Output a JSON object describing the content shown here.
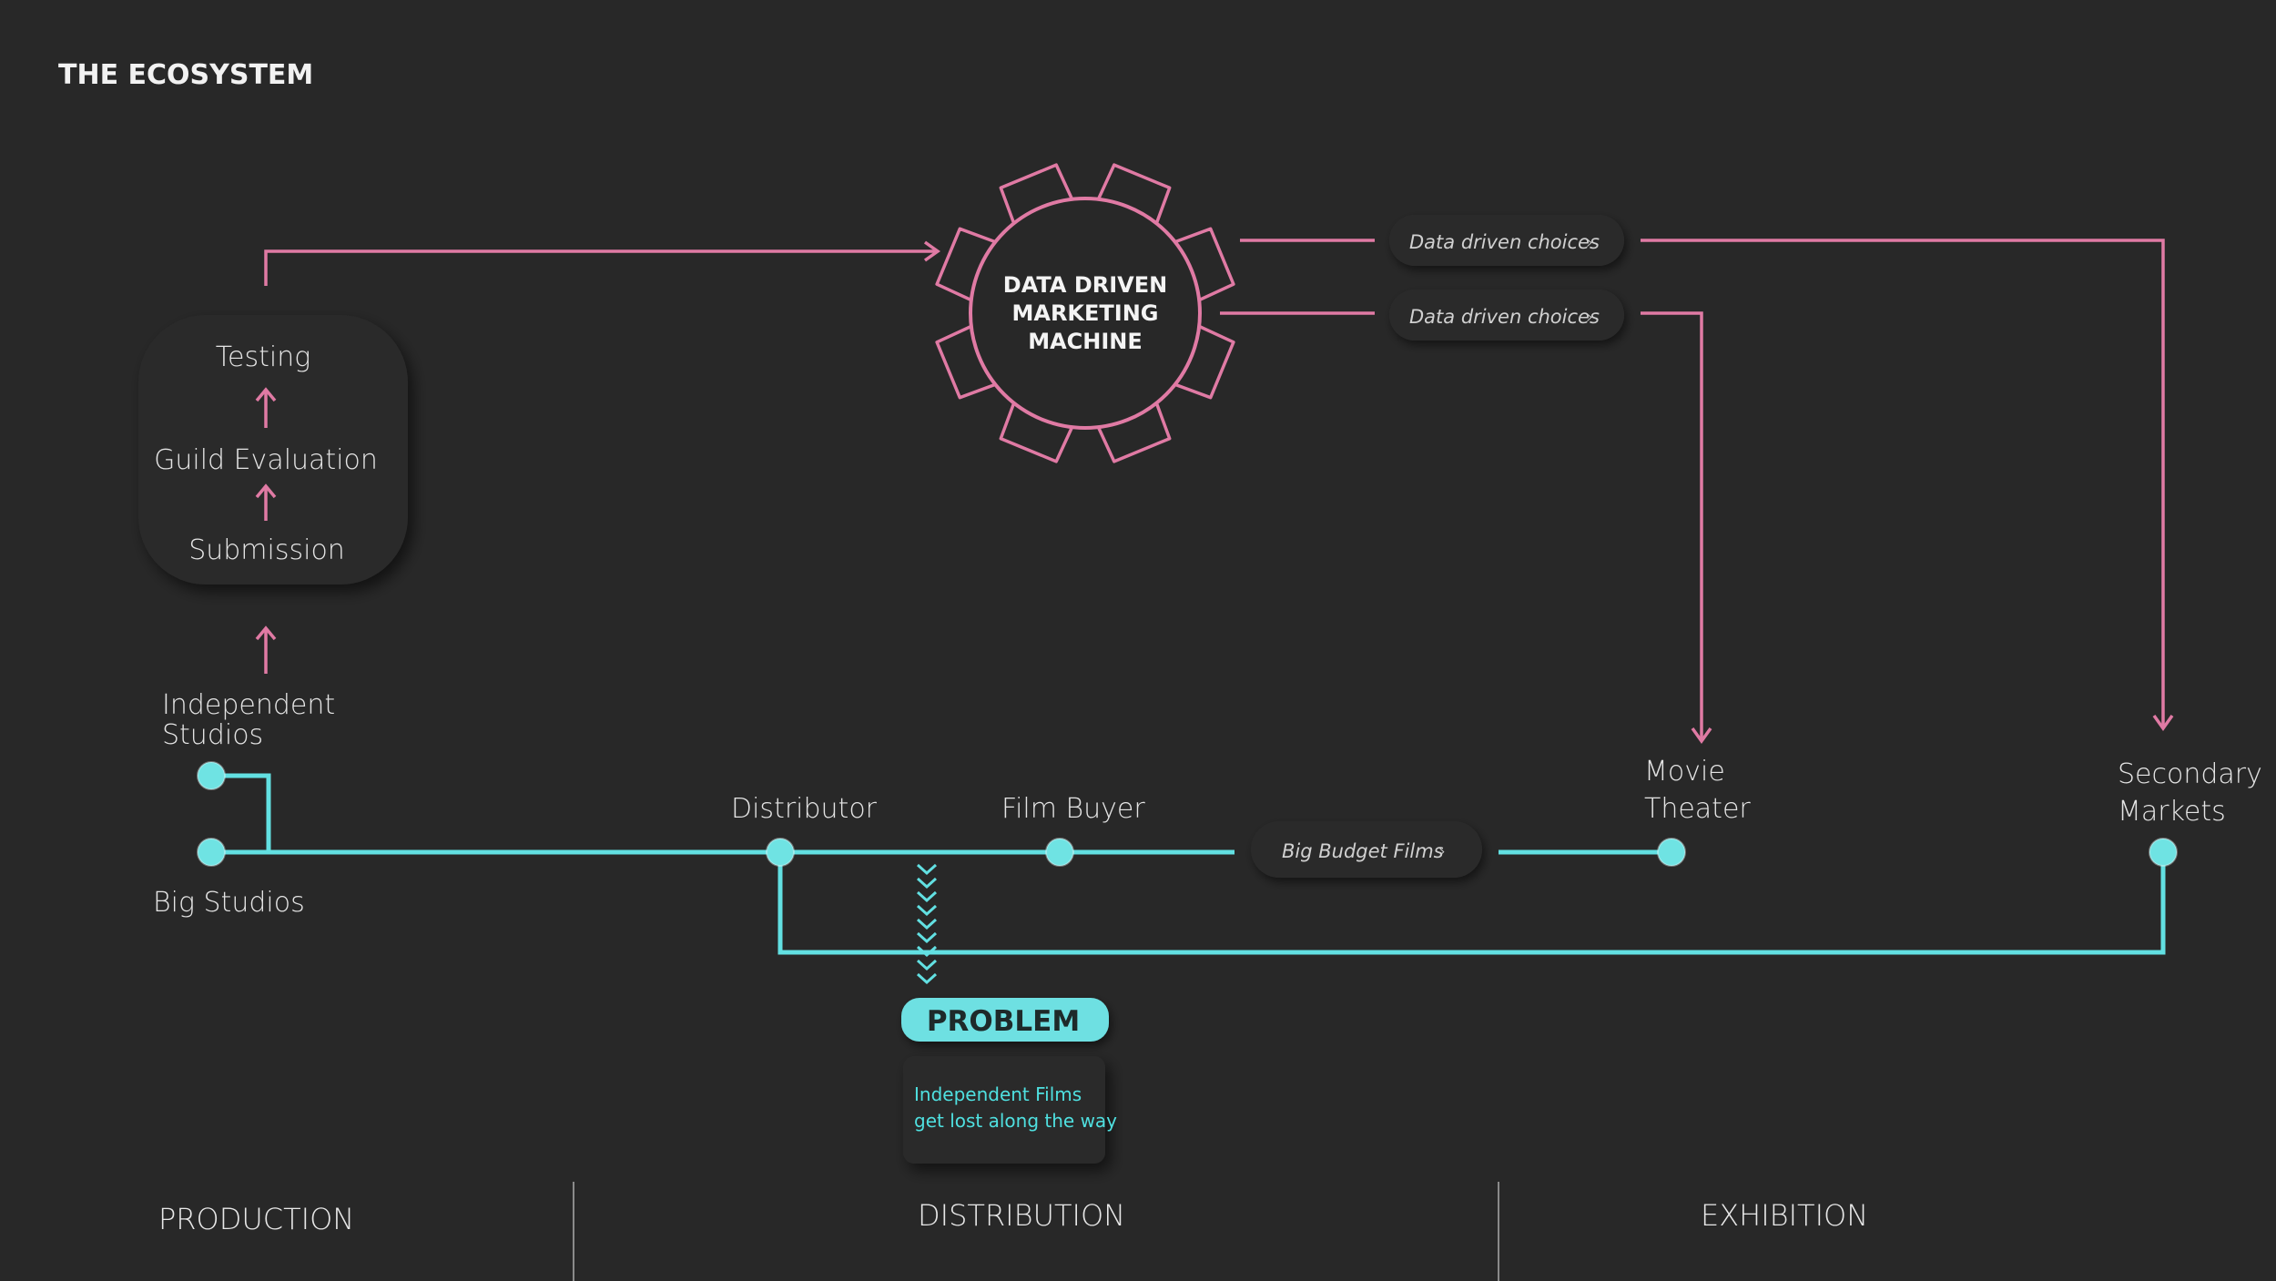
{
  "title": "THE ECOSYSTEM",
  "process_box": {
    "steps": [
      "Testing",
      "Guild Evaluation",
      "Submission"
    ]
  },
  "gear": {
    "lines": [
      "DATA DRIVEN",
      "MARKETING",
      "MACHINE"
    ]
  },
  "pills": {
    "data_choice_1": "Data driven choices",
    "data_choice_2": "Data driven choices",
    "big_budget": "Big Budget Films",
    "chevron": "›"
  },
  "nodes": {
    "independent_studios": [
      "Independent",
      "Studios"
    ],
    "big_studios": "Big Studios",
    "distributor": "Distributor",
    "film_buyer": "Film Buyer",
    "movie_theater": [
      "Movie",
      "Theater"
    ],
    "secondary_markets": [
      "Secondary",
      "Markets"
    ]
  },
  "problem": {
    "label": "PROBLEM",
    "note": [
      "Independent Films",
      "get lost along the way"
    ]
  },
  "sections": {
    "production": "PRODUCTION",
    "distribution": "DISTRIBUTION",
    "exhibition": "EXHIBITION"
  },
  "colors": {
    "background": "#282828",
    "pink": "#e07aa4",
    "cyan": "#62e0e2"
  }
}
